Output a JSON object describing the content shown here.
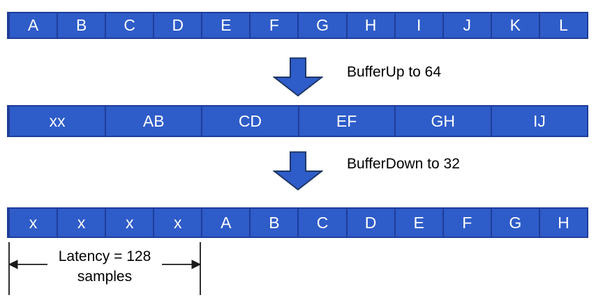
{
  "colors": {
    "background": "#ffffff",
    "cell_fill": "#2e5cc9",
    "cell_border": "#1f3d99",
    "cell_text": "#ffffff",
    "arrow_fill": "#2e5cc9",
    "arrow_border": "#1f3864",
    "label_text": "#000000",
    "annotation_line": "#1a1a1a"
  },
  "buffer_rows": {
    "input": {
      "cells": [
        "A",
        "B",
        "C",
        "D",
        "E",
        "F",
        "G",
        "H",
        "I",
        "J",
        "K",
        "L"
      ]
    },
    "upsized": {
      "cells": [
        "xx",
        "AB",
        "CD",
        "EF",
        "GH",
        "IJ"
      ]
    },
    "output": {
      "cells": [
        "x",
        "x",
        "x",
        "x",
        "A",
        "B",
        "C",
        "D",
        "E",
        "F",
        "G",
        "H"
      ]
    }
  },
  "steps": {
    "bufferup": {
      "label": "BufferUp to 64"
    },
    "bufferdown": {
      "label": "BufferDown to 32"
    }
  },
  "latency": {
    "line1": "Latency = 128",
    "line2": "samples"
  }
}
